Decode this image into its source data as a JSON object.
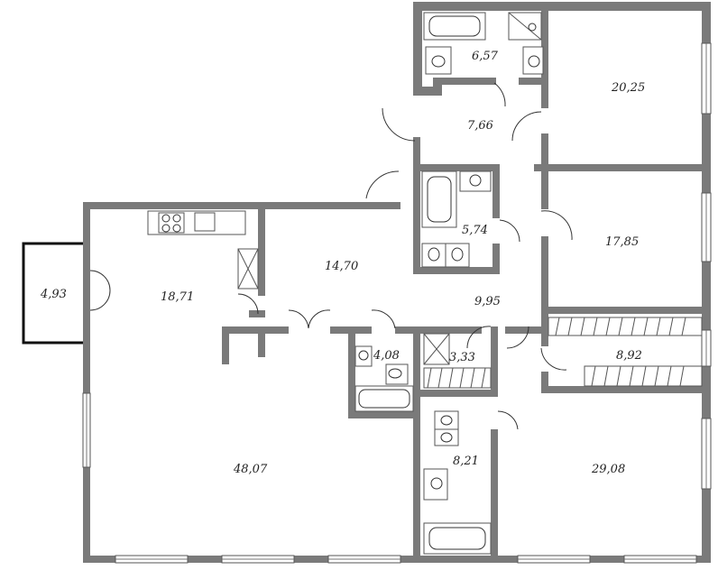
{
  "rooms": [
    {
      "id": "bath-top",
      "area": "6,57"
    },
    {
      "id": "bedroom-top-right",
      "area": "20,25"
    },
    {
      "id": "hall-top",
      "area": "7,66"
    },
    {
      "id": "bath-middle",
      "area": "5,74"
    },
    {
      "id": "bedroom-middle-right",
      "area": "17,85"
    },
    {
      "id": "living",
      "area": "14,70"
    },
    {
      "id": "kitchen",
      "area": "18,71"
    },
    {
      "id": "balcony",
      "area": "4,93"
    },
    {
      "id": "corridor",
      "area": "9,95"
    },
    {
      "id": "wardrobe",
      "area": "8,92"
    },
    {
      "id": "wc-small",
      "area": "4,08"
    },
    {
      "id": "storage",
      "area": "3,33"
    },
    {
      "id": "main-hall",
      "area": "48,07"
    },
    {
      "id": "bath-bottom",
      "area": "8,21"
    },
    {
      "id": "bedroom-bottom-right",
      "area": "29,08"
    }
  ]
}
